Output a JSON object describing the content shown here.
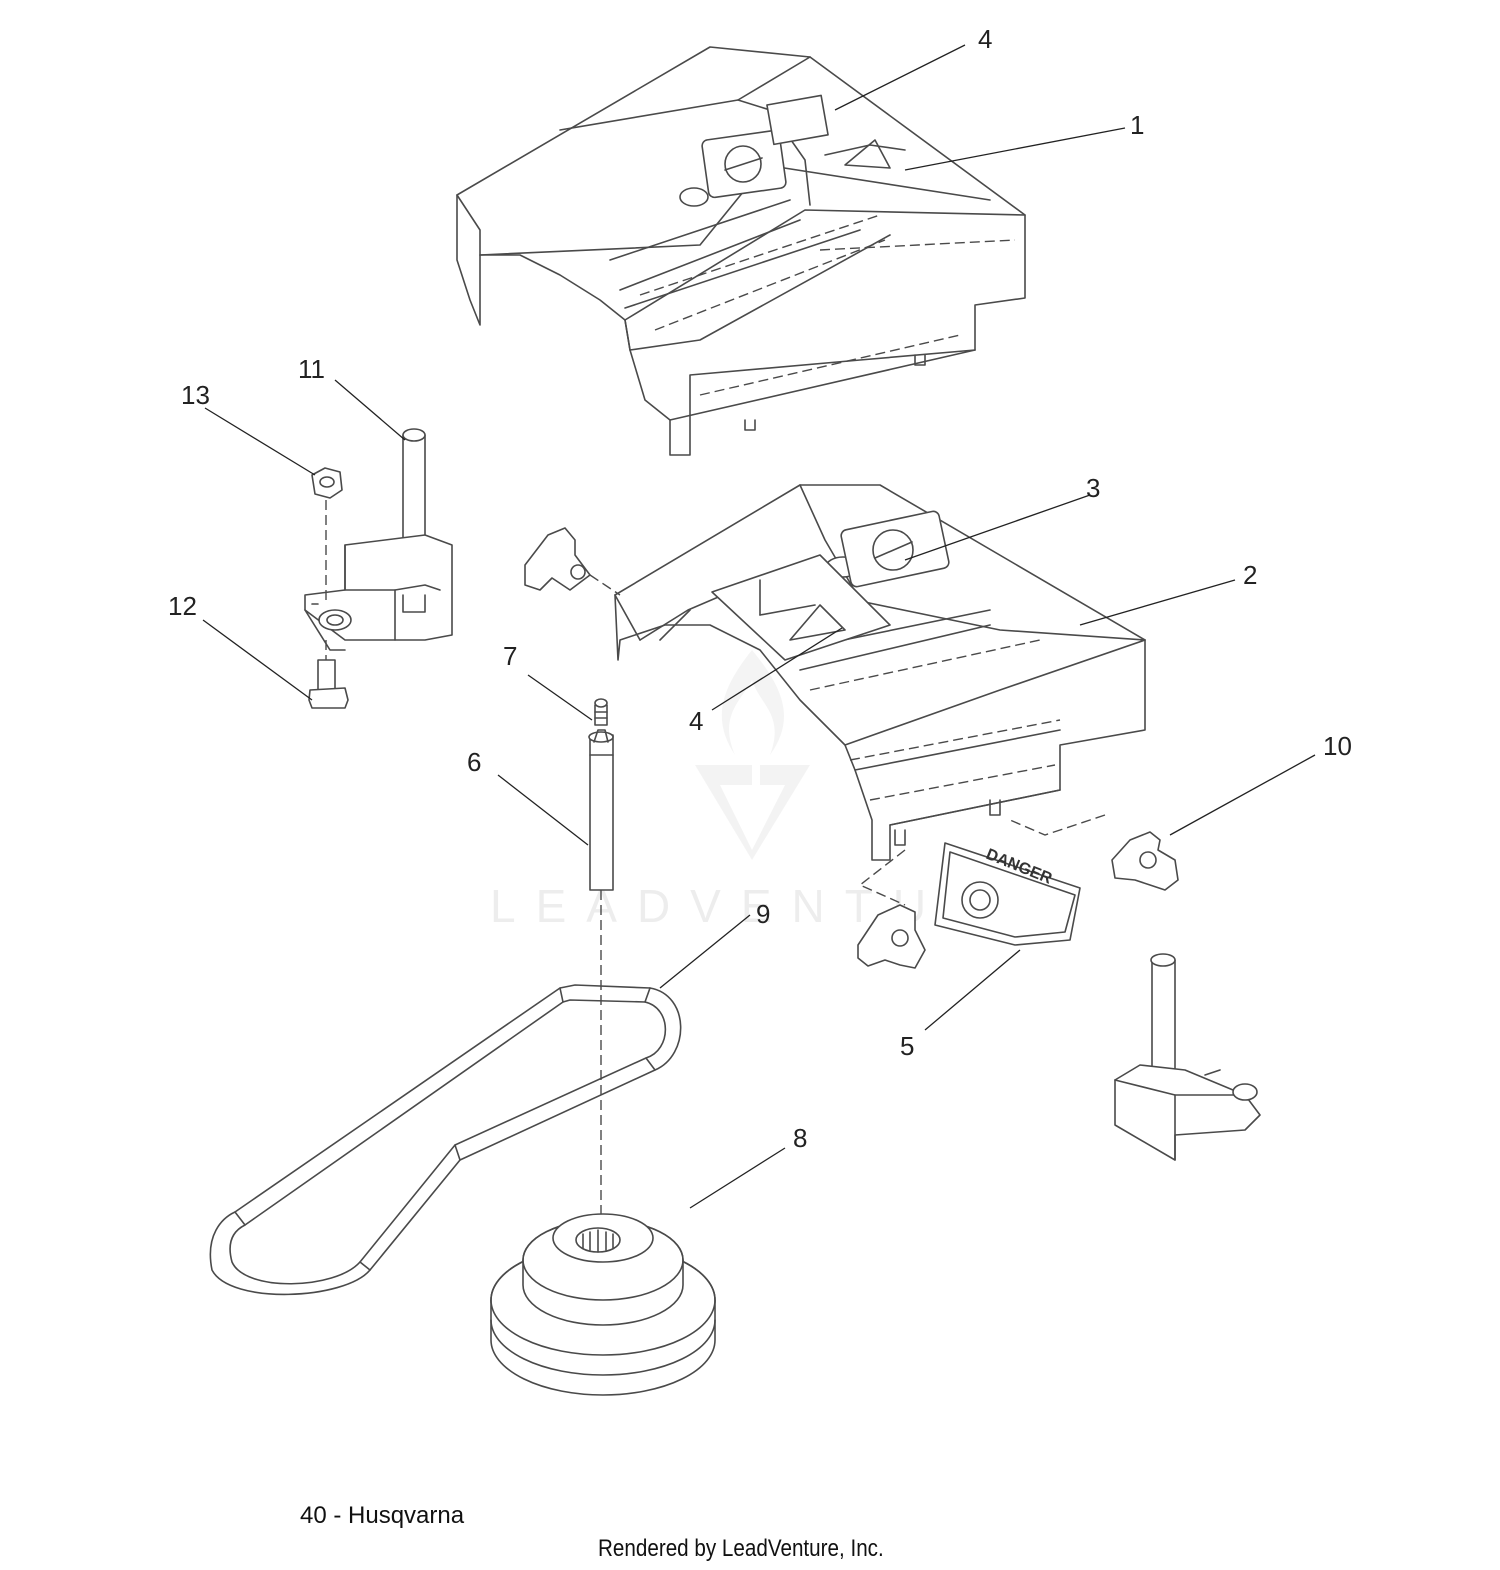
{
  "diagram": {
    "callouts": [
      "1",
      "2",
      "3",
      "4",
      "4",
      "5",
      "6",
      "7",
      "8",
      "9",
      "10",
      "11",
      "12",
      "13"
    ],
    "decal_text": "DANGER",
    "watermark": "LEADVENTURE"
  },
  "footer": {
    "page_label": "40 - Husqvarna",
    "rendered_by": "Rendered by LeadVenture, Inc."
  }
}
